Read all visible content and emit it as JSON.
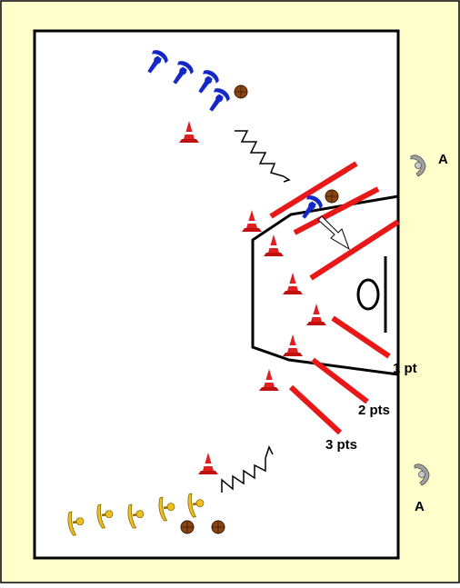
{
  "labels": {
    "one_point": "1 pt",
    "two_points": "2 pts",
    "three_points": "3 pts",
    "coach_top": "A",
    "coach_bottom": "A"
  },
  "colors": {
    "background": "#FFFFCC",
    "court": "#FFFFFF",
    "team_blue": "#1428C8",
    "team_yellow": "#F0C020",
    "cone": "#E02020",
    "lane_line": "#E81818",
    "ball": "#8B4513",
    "coach": "#A0A0A0"
  },
  "icons": {
    "player": "player-icon",
    "cone": "cone-icon",
    "ball": "basketball-icon",
    "coach": "coach-icon",
    "hoop": "hoop-icon"
  }
}
